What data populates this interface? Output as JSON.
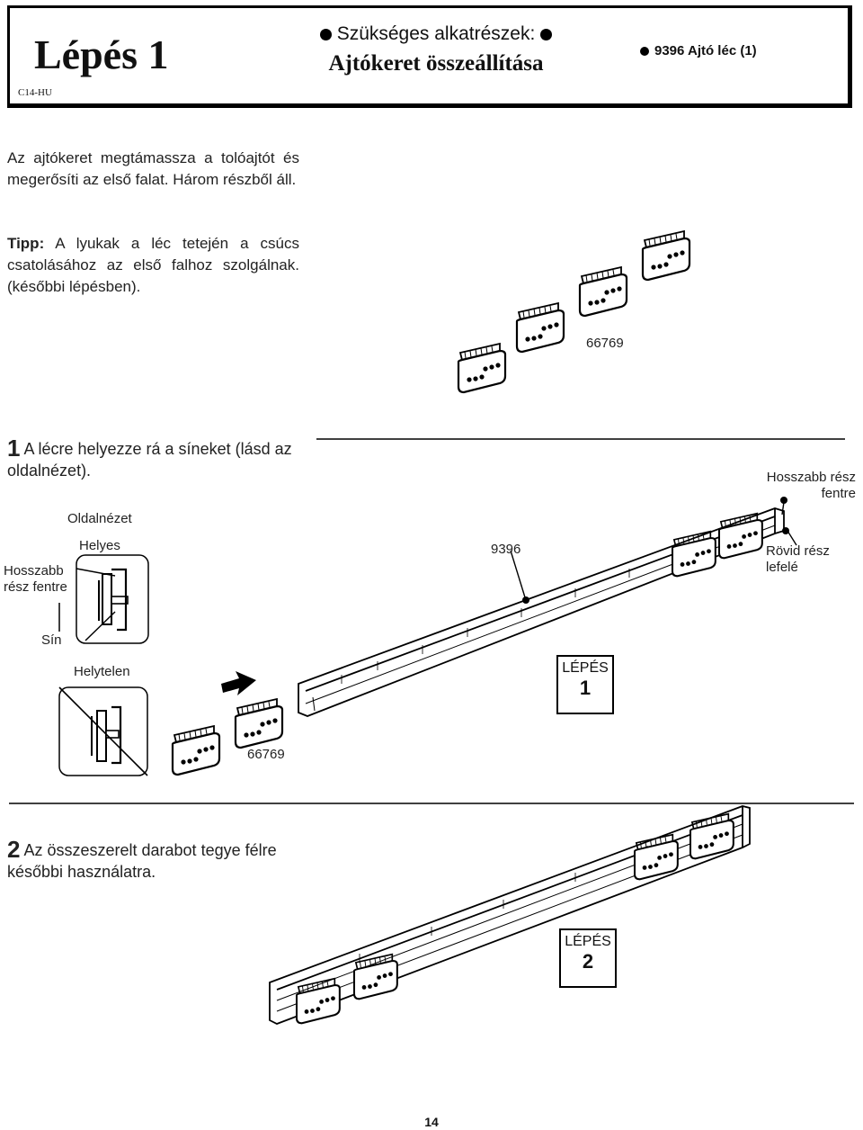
{
  "header": {
    "step_title": "Lépés 1",
    "doc_code": "C14-HU",
    "parts_label": "Szükséges alkatrészek:",
    "assembly_title": "Ajtókeret összeállítása",
    "part_item": "9396 Ajtó léc (1)"
  },
  "intro": {
    "text": "Az ajtókeret megtámassza a tolóajtót és megerősíti az első falat. Három részből áll.",
    "tip_label": "Tipp:",
    "tip_text": " A lyukak a léc tetején a csúcs csatolásához az első falhoz szolgálnak. (későbbi lépésben)."
  },
  "parts_figure": {
    "part_number": "66769"
  },
  "step1": {
    "number": "1",
    "text": "A lécre helyezze rá a síneket (lásd az oldalnézet).",
    "side_view_label": "Oldalnézet",
    "correct_label": "Helyes",
    "incorrect_label": "Helytelen",
    "longer_front_left": "Hosszabb rész fentre",
    "rail_label": "Sín",
    "rail_part_number": "9396",
    "longer_front_right": "Hosszabb rész fentre",
    "short_down": "Rövid rész lefelé",
    "clip_part_number": "66769",
    "step_box_label": "LÉPÉS",
    "step_box_number": "1"
  },
  "step2": {
    "number": "2",
    "text": "Az összeszerelt darabot tegye félre későbbi használatra.",
    "step_box_label": "LÉPÉS",
    "step_box_number": "2"
  },
  "footer": {
    "page_number": "14"
  }
}
